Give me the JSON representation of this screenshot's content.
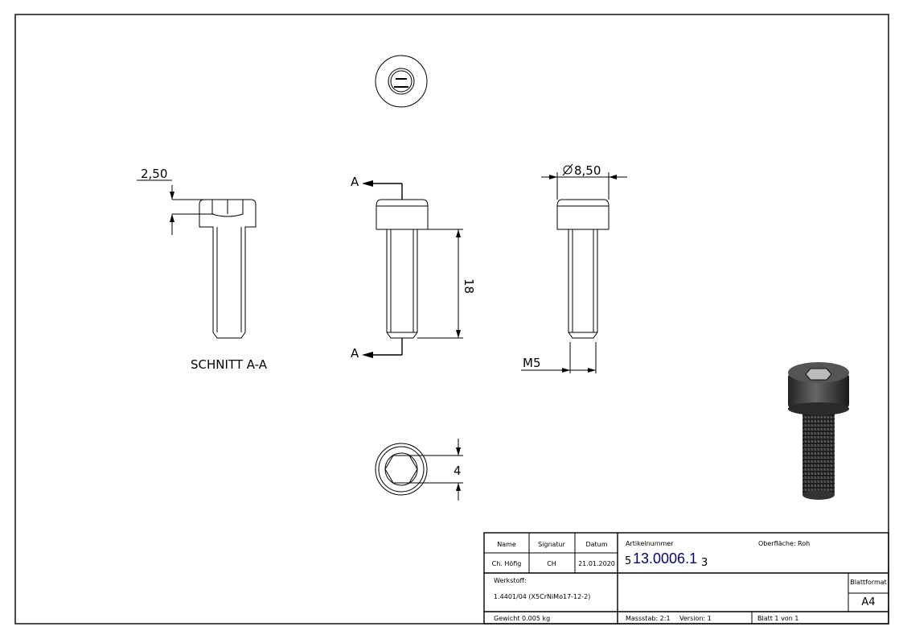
{
  "views": {
    "section_label": "SCHNITT A-A",
    "section_marker_top": "A",
    "section_marker_bottom": "A",
    "dim_counterbore_depth": "2,50",
    "dim_length": "18",
    "dim_head_diameter": "8,50",
    "dim_thread": "M5",
    "dim_hex": "4"
  },
  "title_block": {
    "name_header": "Name",
    "signatur_header": "Signatur",
    "datum_header": "Datum",
    "name_value": "Ch. Höfig",
    "signatur_value": "CH",
    "datum_value": "21.01.2020",
    "artikelnummer_label": "Artikelnummer",
    "artikelnummer_prefix": "5",
    "artikelnummer_value": "13.0006.1",
    "artikelnummer_suffix": "3",
    "oberflaeche_label": "Oberfläche:",
    "oberflaeche_value": "Roh",
    "werkstoff_label": "Werkstoff:",
    "werkstoff_value": "1.4401/04 (X5CrNiMo17-12-2)",
    "blattformat_label": "Blattformat",
    "blattformat_value": "A4",
    "gewicht": "Gewicht 0.005 kg",
    "massstab": "Massstab: 2:1",
    "version": "Version: 1",
    "blatt": "Blatt 1 von 1"
  },
  "colors": {
    "line": "#000000",
    "article_number": "#000080"
  }
}
